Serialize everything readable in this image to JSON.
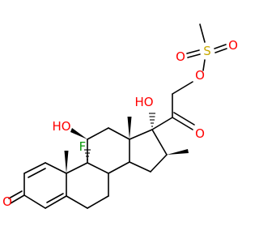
{
  "colors": {
    "carbon": "#000000",
    "oxygen": "#ff0000",
    "sulfur": "#c8a800",
    "fluorine": "#0a9a0a",
    "background": "#ffffff"
  },
  "atoms": {
    "o_c3": "O",
    "o_c20": "O",
    "o_ester": "O",
    "s": "S",
    "o_s1": "O",
    "o_s2": "O",
    "oh_c11": "HO",
    "oh_c17": "HO",
    "f": "F"
  }
}
